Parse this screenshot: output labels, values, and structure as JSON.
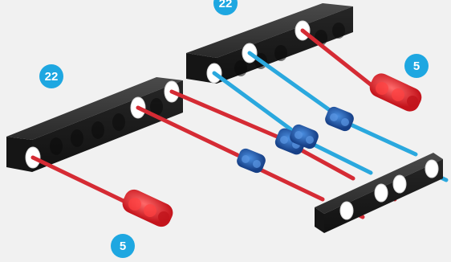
{
  "badges": {
    "top_beam_count": "22",
    "left_beam_count": "22",
    "right_connector_count": "5",
    "bottom_connector_count": "5"
  },
  "colors": {
    "badge": "#1ea7e1",
    "beam": "#1e1e1e",
    "red_axle": "#d52b34",
    "blue_axle": "#2aa8de",
    "red_connector": "#e0202a",
    "blue_connector": "#1f5fb0",
    "background": "#f1f1f1"
  }
}
